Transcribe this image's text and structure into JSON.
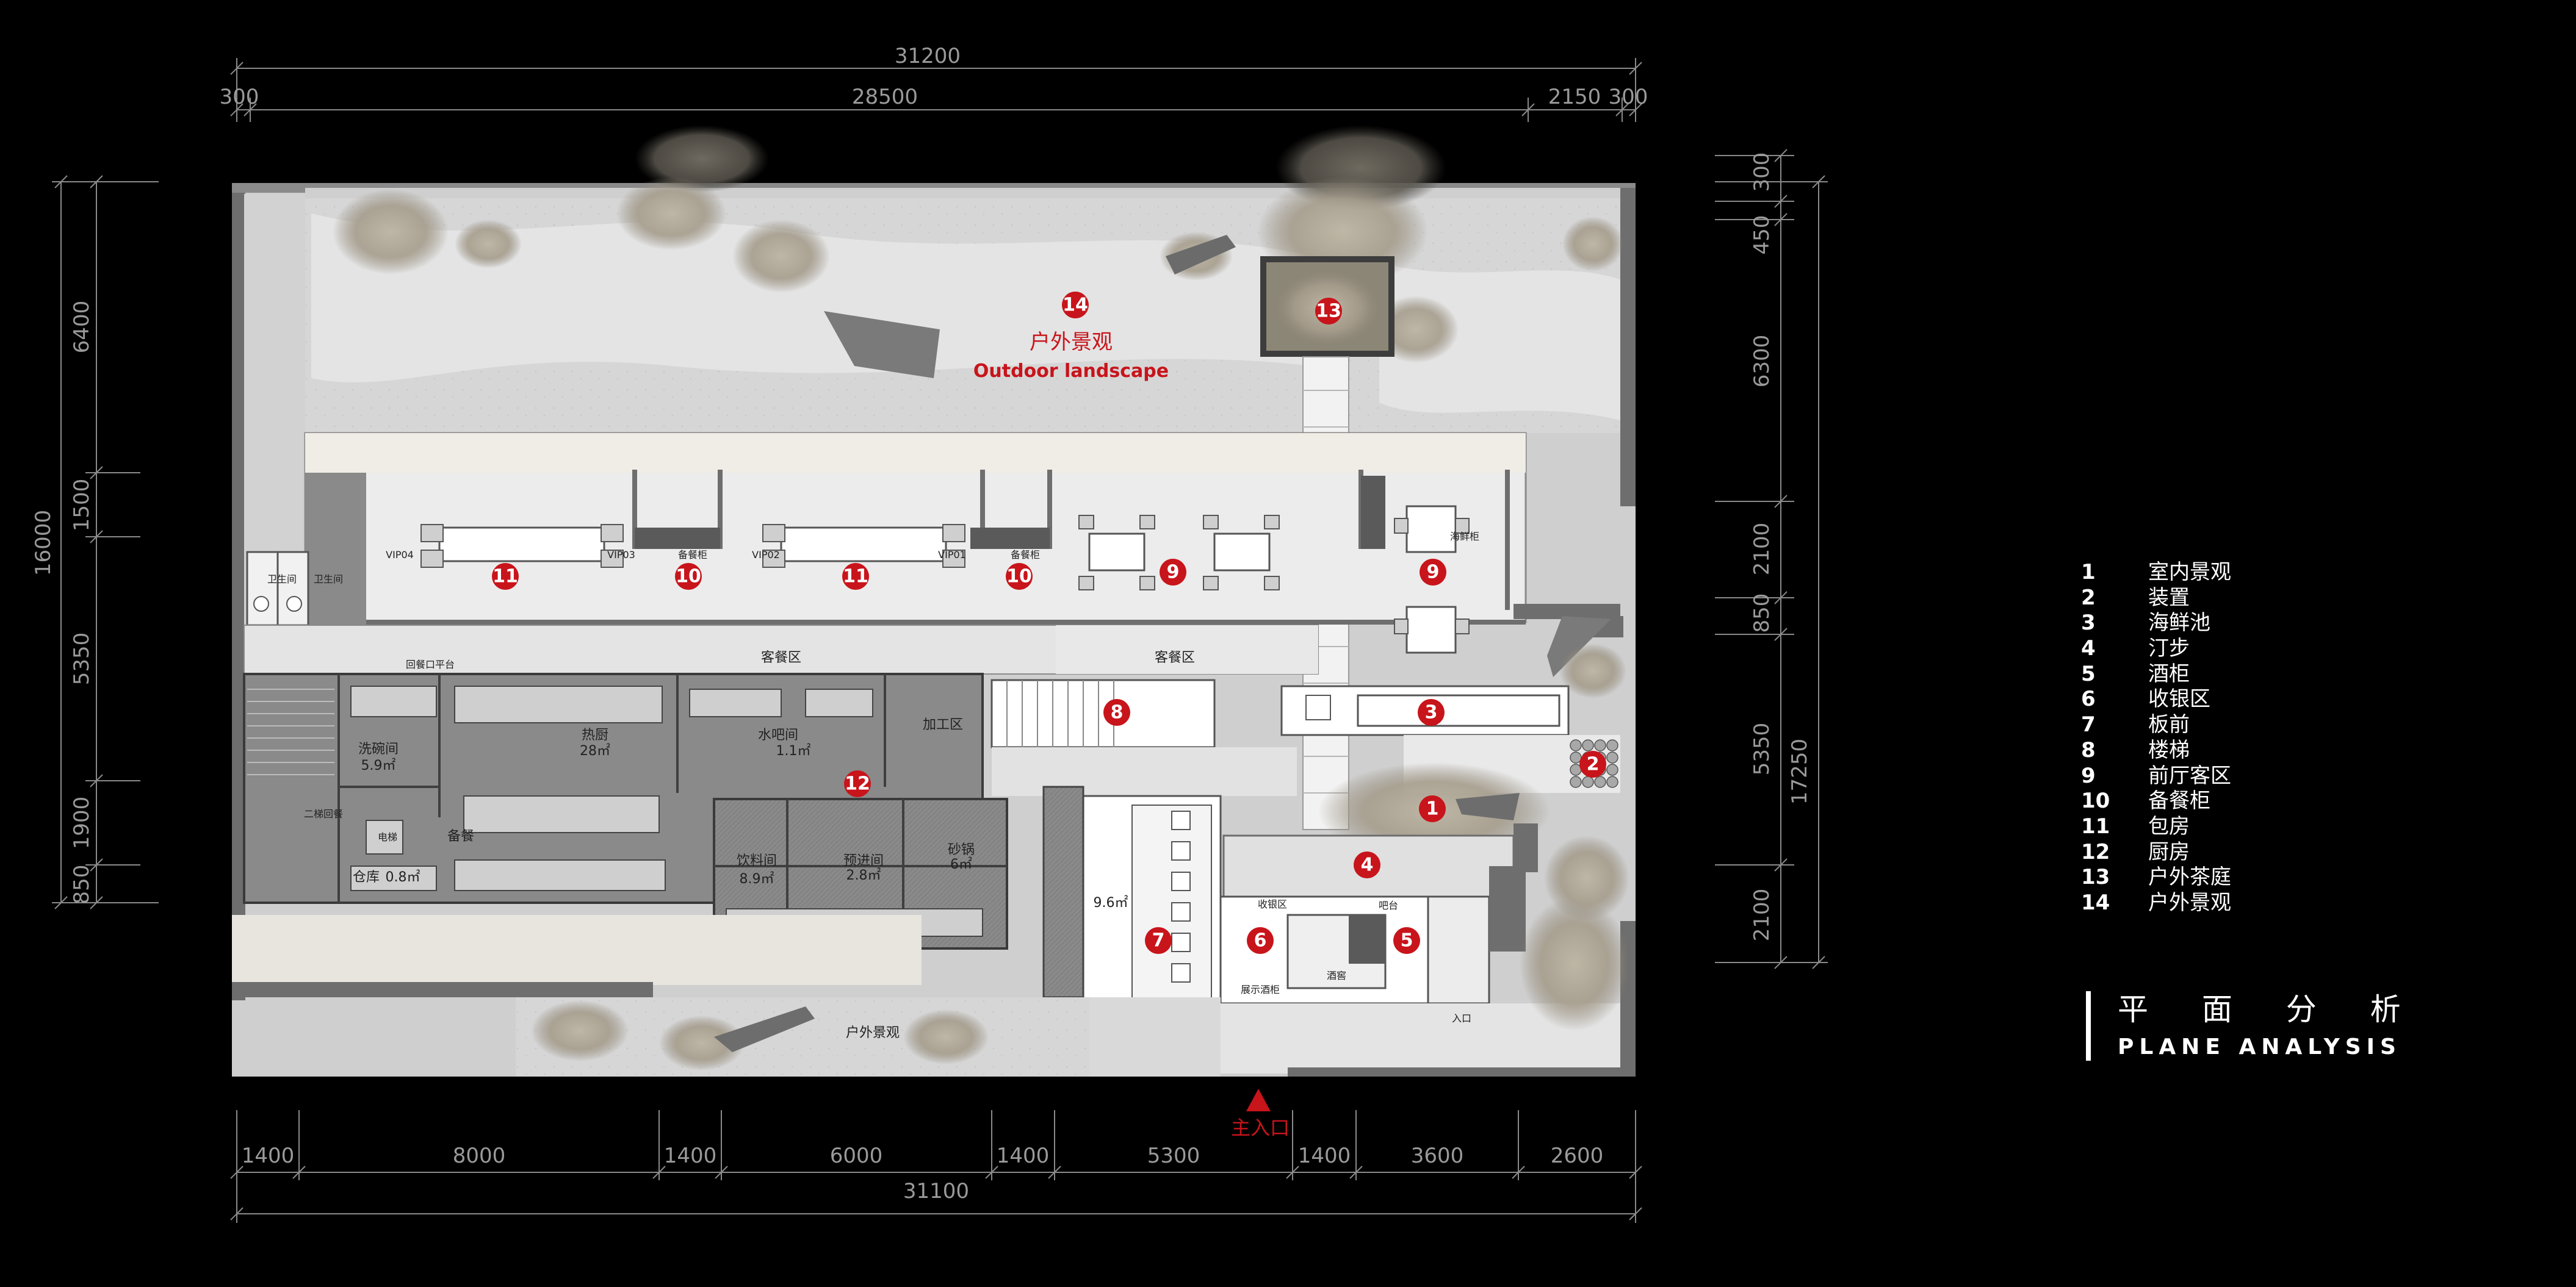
{
  "dimensions": {
    "top_total": "31200",
    "top_segments": [
      "300",
      "28500",
      "2150",
      "300"
    ],
    "bottom_total": "31100",
    "bottom_segments": [
      "1400",
      "8000",
      "1400",
      "6000",
      "1400",
      "5300",
      "1400",
      "3600",
      "2600"
    ],
    "left_total": "16000",
    "left_segments": [
      "6400",
      "1500",
      "5350",
      "1900",
      "850"
    ],
    "right_total": "17250",
    "right_segments": [
      "300",
      "450",
      "6300",
      "2100",
      "850",
      "5350",
      "2100"
    ]
  },
  "plan": {
    "outdoor_label_cn": "户外景观",
    "outdoor_label_en": "Outdoor landscape",
    "dining_area_label": "客餐区",
    "outdoor_south_label": "户外景观",
    "main_entrance": "主入口",
    "rooms": {
      "vip04": "VIP04",
      "vip03": "VIP03",
      "vip02": "VIP02",
      "vip01": "VIP01",
      "sideboard_a": "备餐柜",
      "sideboard_b": "备餐柜",
      "sideboard_c": "海鲜柜",
      "toilet_a": "卫生间",
      "toilet_b": "卫生间",
      "dishwash": "洗碗间",
      "dishwash_area": "5.9㎡",
      "stock": "仓库",
      "stock_area": "0.8㎡",
      "prep": "备餐",
      "hot_kitchen": "热厨",
      "hot_area": "28㎡",
      "water_bar": "水吧间",
      "water_area": "1.1㎡",
      "pre_room": "预进间",
      "pre_area": "2.8㎡",
      "drink": "饮料间",
      "drink_area": "8.9㎡",
      "proc": "加工区",
      "sand_room": "砂锅",
      "sand_area": "6㎡",
      "lift": "电梯",
      "dumb": "二梯回餐",
      "back_door": "回餐口平台",
      "cashier": "收银区",
      "bar": "吧台",
      "wine_cellar": "酒窖",
      "display": "展示酒柜",
      "entry": "入口",
      "seafood_area": "9.6㎡"
    },
    "markers": [
      "14",
      "13",
      "11",
      "10",
      "11",
      "10",
      "9",
      "9",
      "8",
      "3",
      "2",
      "1",
      "12",
      "4",
      "6",
      "5",
      "7"
    ]
  },
  "legend": [
    {
      "num": "1",
      "label": "室内景观"
    },
    {
      "num": "2",
      "label": "装置"
    },
    {
      "num": "3",
      "label": "海鲜池"
    },
    {
      "num": "4",
      "label": "汀步"
    },
    {
      "num": "5",
      "label": "酒柜"
    },
    {
      "num": "6",
      "label": "收银区"
    },
    {
      "num": "7",
      "label": "板前"
    },
    {
      "num": "8",
      "label": "楼梯"
    },
    {
      "num": "9",
      "label": "前厅客区"
    },
    {
      "num": "10",
      "label": "备餐柜"
    },
    {
      "num": "11",
      "label": "包房"
    },
    {
      "num": "12",
      "label": "厨房"
    },
    {
      "num": "13",
      "label": "户外茶庭"
    },
    {
      "num": "14",
      "label": "户外景观"
    }
  ],
  "title": {
    "cn": "平 面 分 析",
    "en": "PLANE ANALYSIS"
  },
  "colors": {
    "background": "#000000",
    "marker": "#c8141b",
    "wall": "#6e6e6e",
    "floor": "#e6e6e6",
    "kitchen": "#8a8a8a",
    "landscape": "#d9d9d9",
    "dimension": "#9a9a9a"
  }
}
